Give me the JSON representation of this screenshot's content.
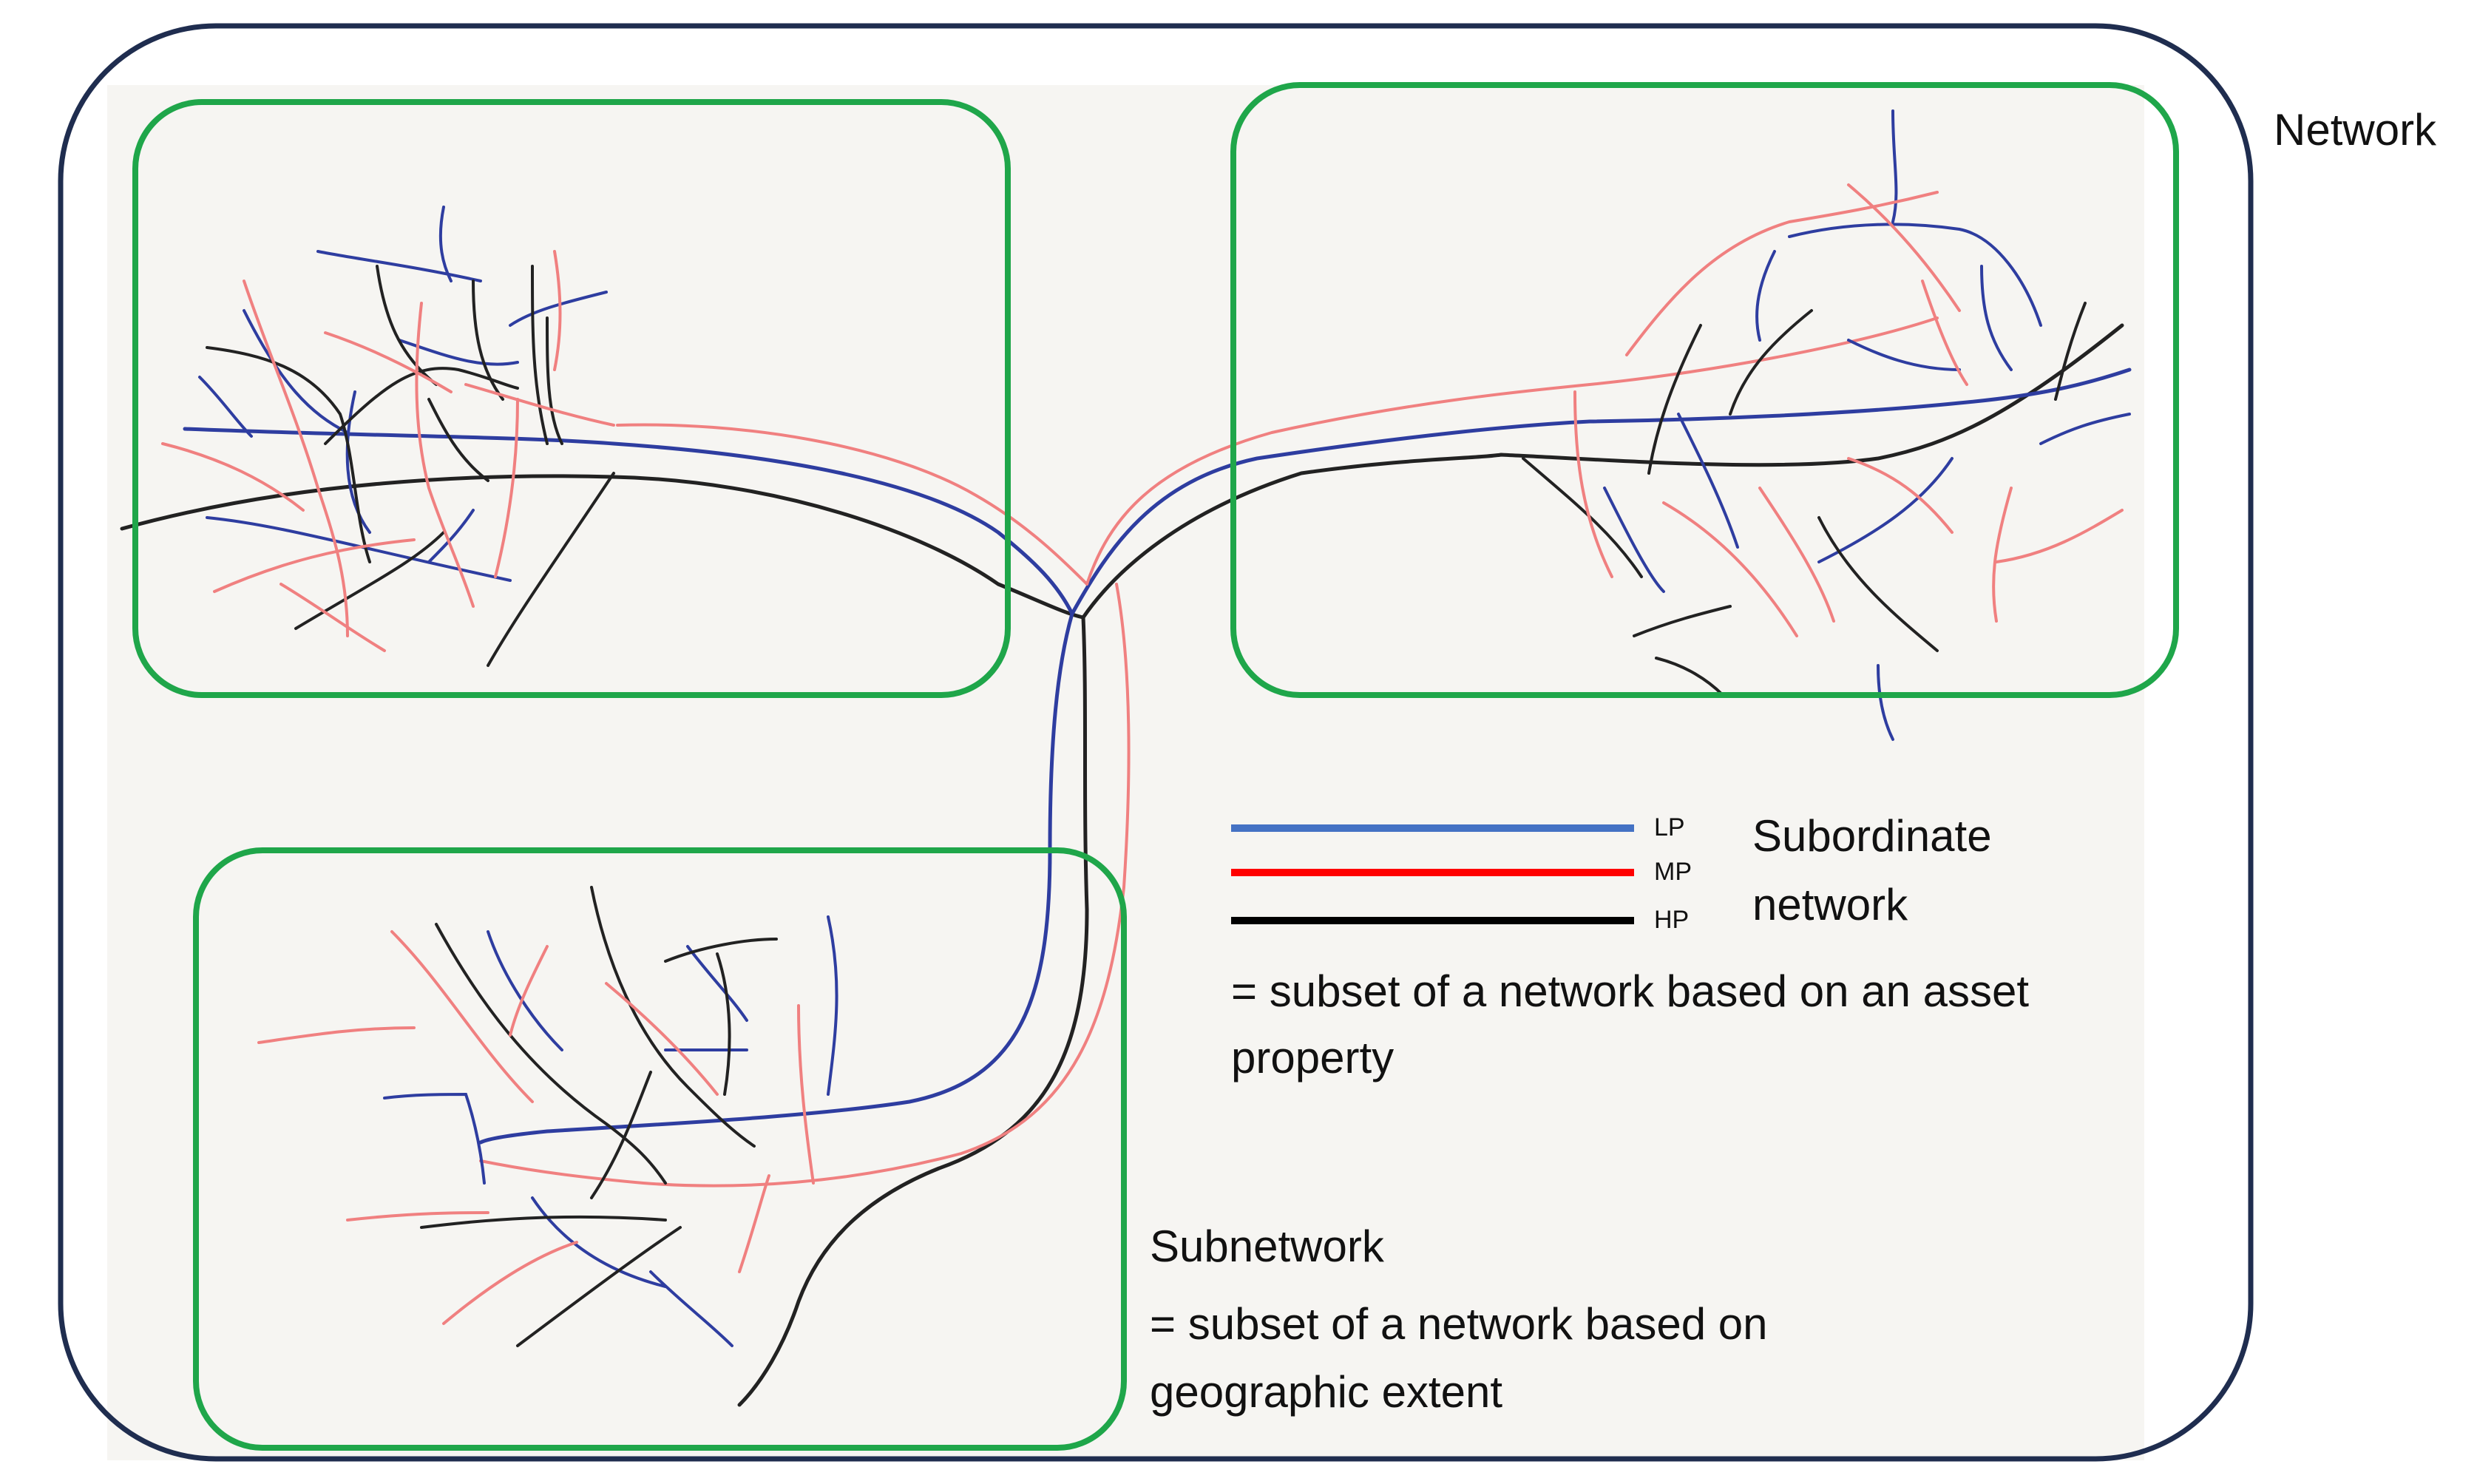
{
  "network_label": "Network",
  "legend": {
    "items": [
      {
        "label": "LP",
        "color": "#4472C4"
      },
      {
        "label": "MP",
        "color": "#FF0000"
      },
      {
        "label": "HP",
        "color": "#000000"
      }
    ],
    "title_line1": "Subordinate",
    "title_line2": "network",
    "def_line1": "= subset of a network based on an asset",
    "def_line2": "property"
  },
  "subnetwork": {
    "title": "Subnetwork",
    "def_line1": "= subset of a network based on",
    "def_line2": "geographic extent"
  },
  "colors": {
    "network_border": "#1F2D4F",
    "subnetwork_border": "#1FA64A",
    "paper": "#F7F6F3",
    "lp_sketch": "#2E3DA0",
    "mp_sketch": "#F08080",
    "hp_sketch": "#222222"
  }
}
